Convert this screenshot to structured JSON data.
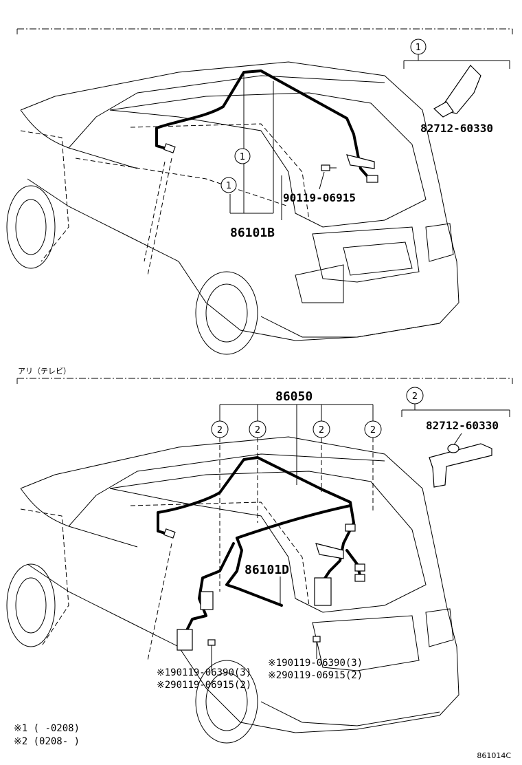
{
  "top_section": {
    "ref_circle": "1",
    "part_86101B": "86101B",
    "part_90119_06915": "90119-06915",
    "clip_part": "82712-60330",
    "clip_ref": "1"
  },
  "bottom_section": {
    "header_label": "アリ（テレビ）",
    "part_86050": "86050",
    "ref_circle": "2",
    "part_86101D": "86101D",
    "clip_part": "82712-60330",
    "clip_ref": "2",
    "callout_left_1": "※190119-06390(3)",
    "callout_left_2": "※290119-06915(2)",
    "callout_right_1": "※190119-06390(3)",
    "callout_right_2": "※290119-06915(2)"
  },
  "footnotes": {
    "note1": "※1 (      -0208)",
    "note2": "※2 (0208-      )"
  },
  "figure_code": "861014C"
}
